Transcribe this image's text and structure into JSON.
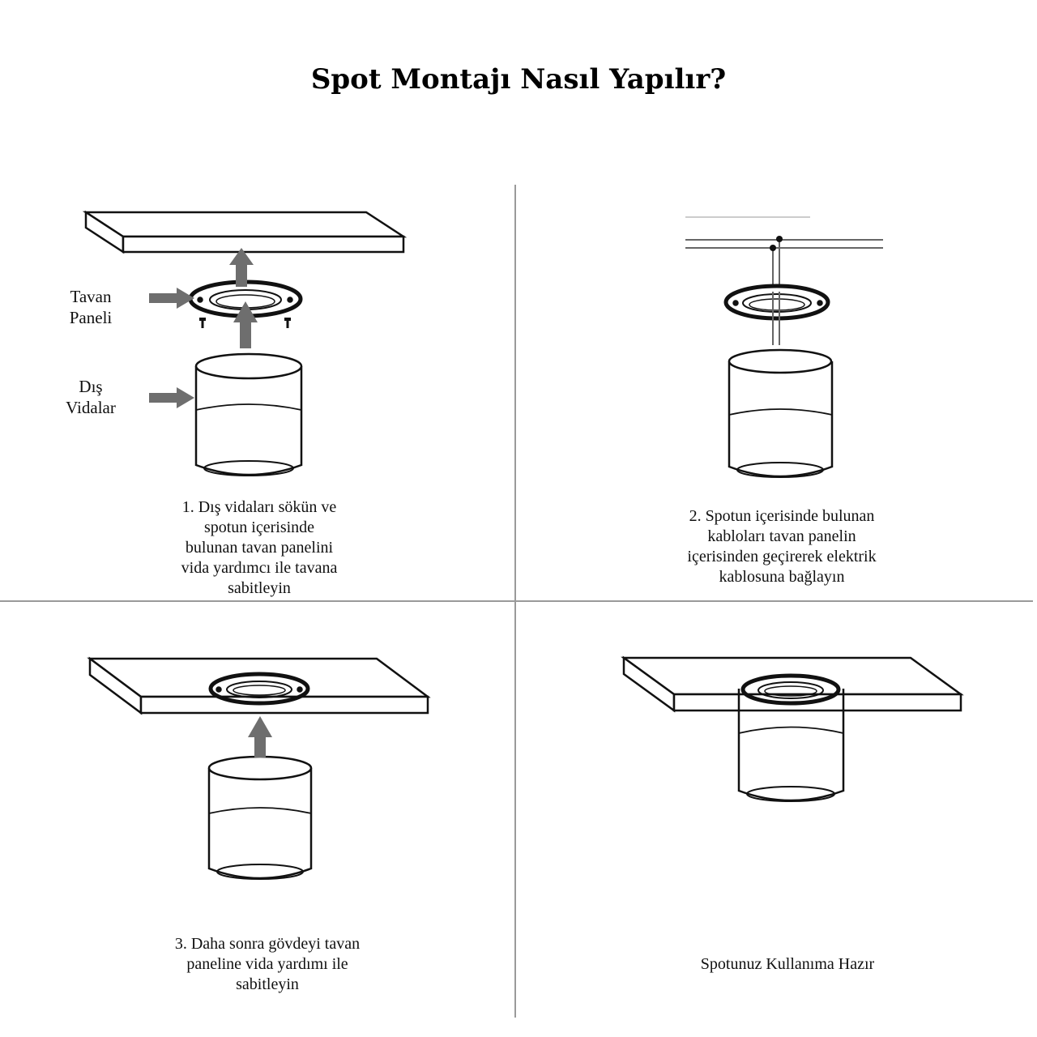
{
  "title": "Spot Montajı Nasıl Yapılır?",
  "labels": {
    "tavan_paneli": [
      "Tavan",
      "Paneli"
    ],
    "dis_vidalar": [
      "Dış",
      "Vidalar"
    ]
  },
  "steps": [
    {
      "lines": [
        "1. Dış vidaları sökün ve",
        "spotun içerisinde",
        "bulunan tavan panelini",
        "vida yardımcı ile tavana",
        "sabitleyin"
      ]
    },
    {
      "lines": [
        "2. Spotun içerisinde bulunan",
        "kabloları tavan panelin",
        "içerisinden geçirerek elektrik",
        "kablosuna bağlayın"
      ]
    },
    {
      "lines": [
        "3. Daha sonra gövdeyi tavan",
        "paneline vida yardımı ile",
        "sabitleyin"
      ]
    },
    {
      "lines": [
        "Spotunuz Kullanıma Hazır"
      ]
    }
  ],
  "colors": {
    "line": "#111111",
    "arrow": "#6e6e6e",
    "divider": "#9a9a9a"
  }
}
